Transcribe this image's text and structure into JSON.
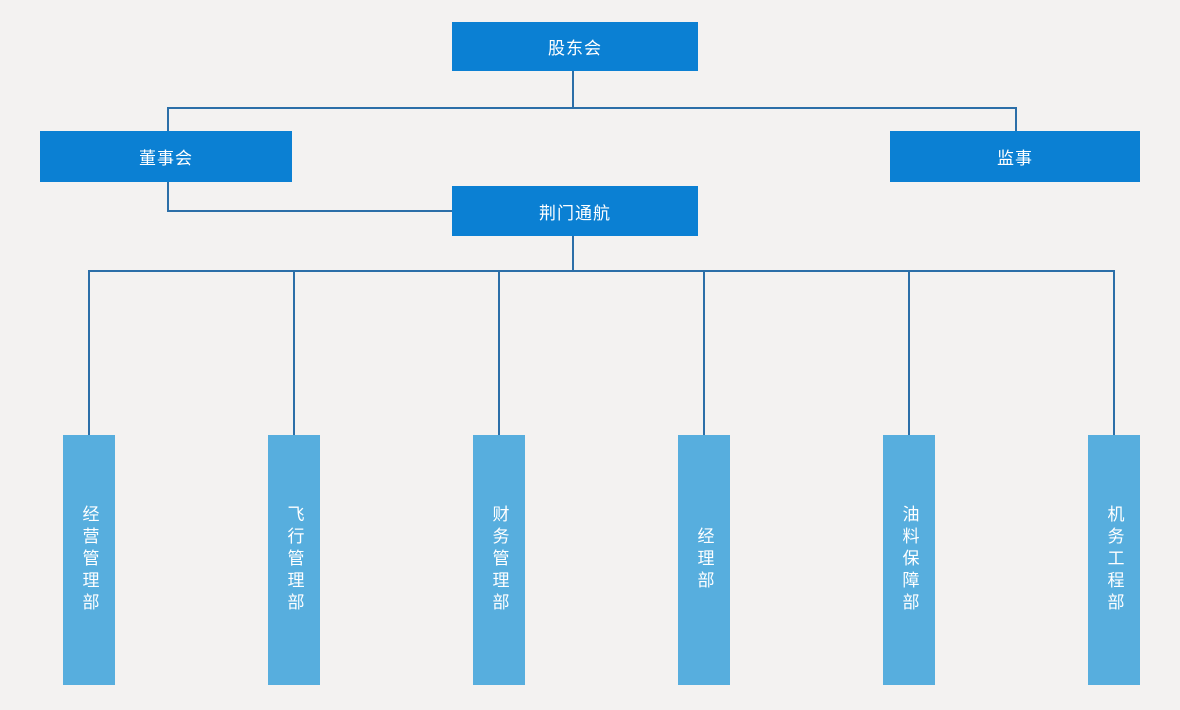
{
  "colors": {
    "background": "#f3f2f1",
    "node_primary": "#0b80d3",
    "node_department": "#57aede",
    "connector": "#2b6fa8",
    "node_text": "#ffffff"
  },
  "org_chart": {
    "root": {
      "label": "股东会"
    },
    "board": {
      "label": "董事会"
    },
    "supervisor": {
      "label": "监事"
    },
    "company": {
      "label": "荆门通航"
    },
    "departments": [
      {
        "label": "经营管理部"
      },
      {
        "label": "飞行管理部"
      },
      {
        "label": "财务管理部"
      },
      {
        "label": "经理部"
      },
      {
        "label": "油料保障部"
      },
      {
        "label": "机务工程部"
      }
    ]
  }
}
